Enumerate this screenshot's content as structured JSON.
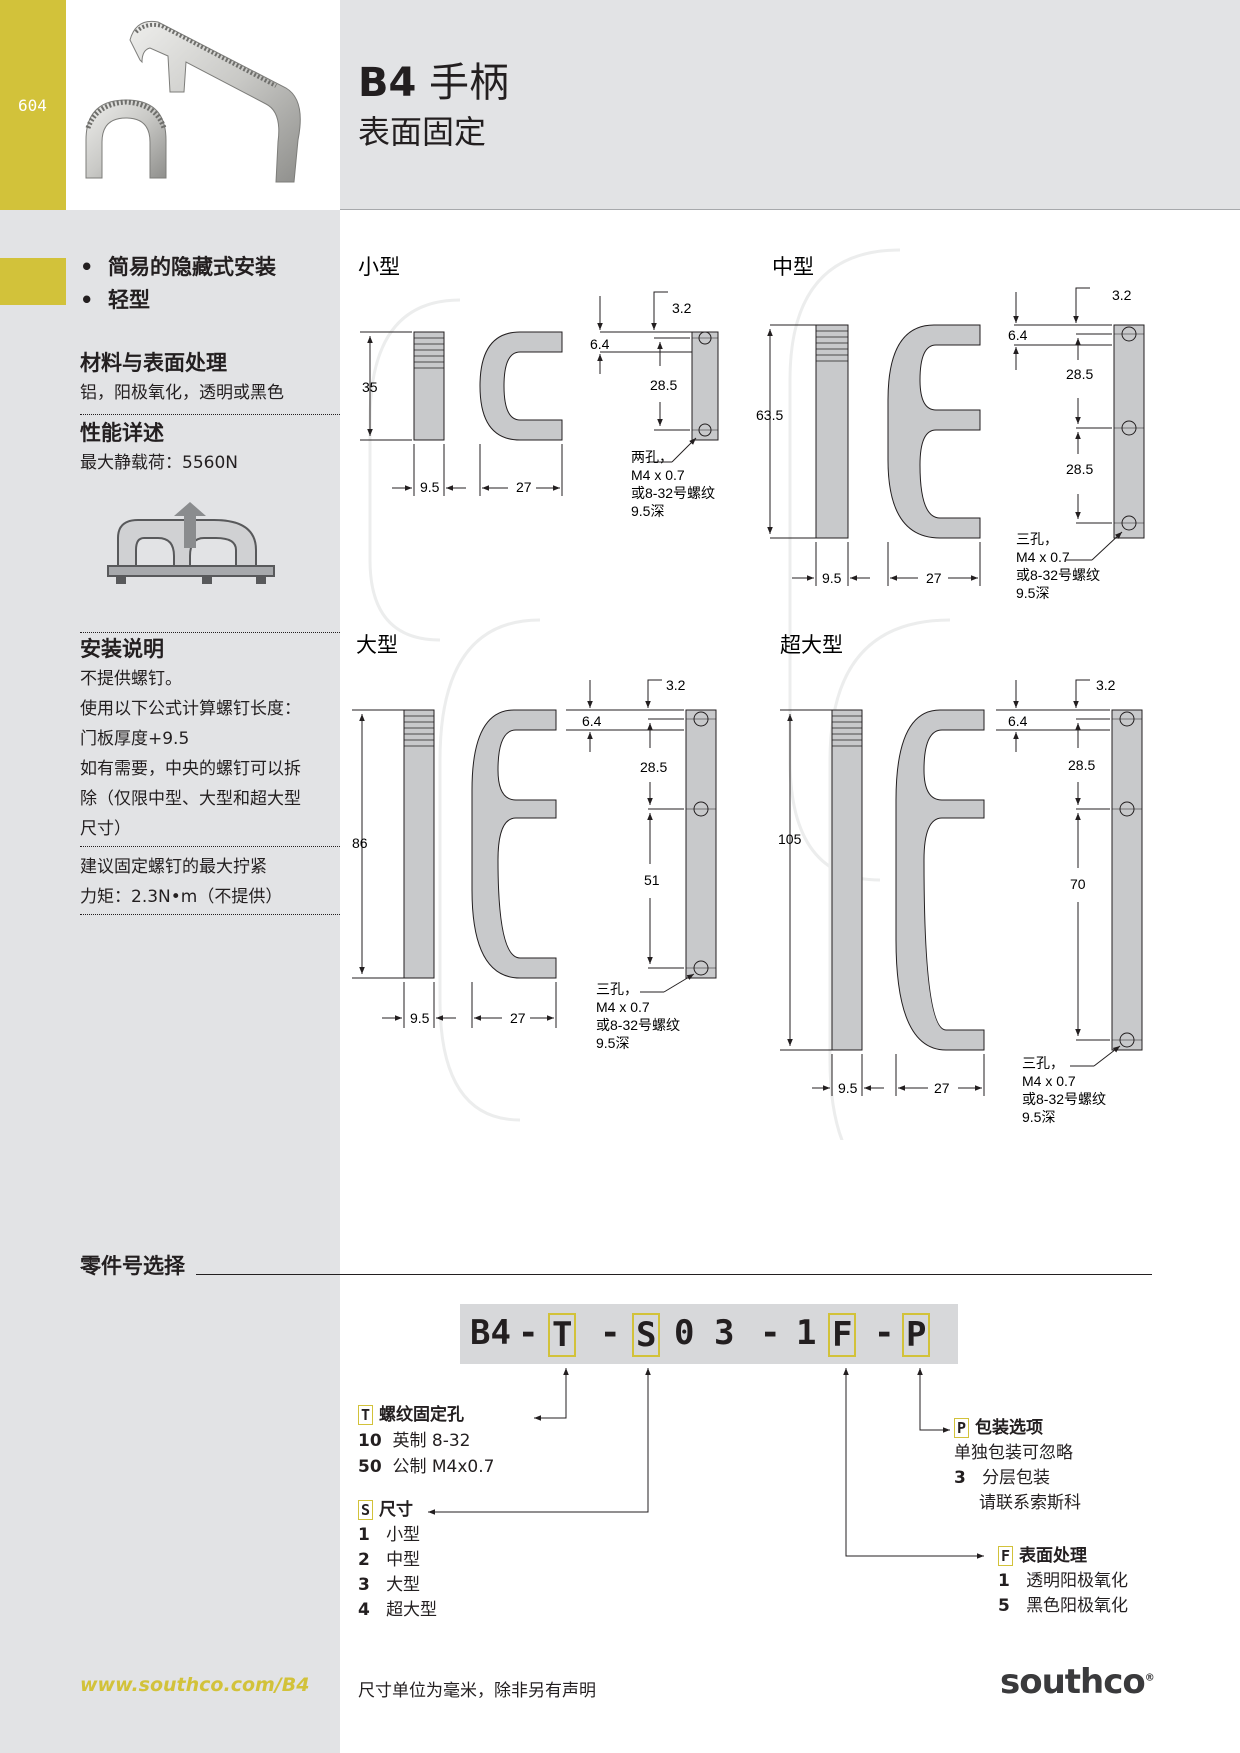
{
  "page": {
    "number": "604"
  },
  "header": {
    "title_bold": "B4",
    "title_rest": " 手柄",
    "subtitle": "表面固定"
  },
  "features": {
    "items": [
      "简易的隐藏式安装",
      "轻型"
    ]
  },
  "materials": {
    "heading": "材料与表面处理",
    "text": "铝，阳极氧化，透明或黑色"
  },
  "performance": {
    "heading": "性能详述",
    "text": "最大静载荷：5560N"
  },
  "install": {
    "heading": "安装说明",
    "lines": [
      "不提供螺钉。",
      "使用以下公式计算螺钉长度：",
      "门板厚度+9.5",
      "如有需要，中央的螺钉可以拆",
      "除（仅限中型、大型和超大型",
      "尺寸）"
    ],
    "torque_lines": [
      "建议固定螺钉的最大拧紧",
      "力矩：2.3N•m（不提供）"
    ]
  },
  "drawings": {
    "small": {
      "label": "小型",
      "height": "35",
      "dims": [
        "3.2",
        "6.4",
        "28.5",
        "9.5",
        "27"
      ],
      "note": [
        "两孔，",
        "M4 x 0.7",
        "或8-32号螺纹",
        "9.5深"
      ]
    },
    "medium": {
      "label": "中型",
      "height": "63.5",
      "dims": [
        "3.2",
        "6.4",
        "28.5",
        "28.5",
        "9.5",
        "27"
      ],
      "note": [
        "三孔，",
        "M4 x 0.7",
        "或8-32号螺纹",
        "9.5深"
      ]
    },
    "large": {
      "label": "大型",
      "height": "86",
      "dims": [
        "3.2",
        "6.4",
        "28.5",
        "51",
        "9.5",
        "27"
      ],
      "note": [
        "三孔，",
        "M4 x 0.7",
        "或8-32号螺纹",
        "9.5深"
      ]
    },
    "xlarge": {
      "label": "超大型",
      "height": "105",
      "dims": [
        "3.2",
        "6.4",
        "28.5",
        "70",
        "9.5",
        "27"
      ],
      "note": [
        "三孔，",
        "M4 x 0.7",
        "或8-32号螺纹",
        "9.5深"
      ]
    }
  },
  "part_number": {
    "heading": "零件号选择",
    "chars": [
      "B4",
      "-",
      "T",
      "-",
      "S",
      "0",
      "3",
      "-",
      "1",
      "F",
      "-",
      "P"
    ],
    "thread": {
      "tag": "T",
      "title": "螺纹固定孔",
      "options": [
        {
          "code": "10",
          "text": "英制 8-32"
        },
        {
          "code": "50",
          "text": "公制 M4x0.7"
        }
      ]
    },
    "size": {
      "tag": "S",
      "title": "尺寸",
      "options": [
        {
          "code": "1",
          "text": "小型"
        },
        {
          "code": "2",
          "text": "中型"
        },
        {
          "code": "3",
          "text": "大型"
        },
        {
          "code": "4",
          "text": "超大型"
        }
      ]
    },
    "packaging": {
      "tag": "P",
      "title": "包装选项",
      "note": "单独包装可忽略",
      "options": [
        {
          "code": "3",
          "text": "分层包装"
        }
      ],
      "contact": "请联系索斯科"
    },
    "finish": {
      "tag": "F",
      "title": "表面处理",
      "options": [
        {
          "code": "1",
          "text": "透明阳极氧化"
        },
        {
          "code": "5",
          "text": "黑色阳极氧化"
        }
      ]
    }
  },
  "footer": {
    "url": "www.southco.com/B4",
    "note": "尺寸单位为毫米，除非另有声明",
    "logo": "southco"
  },
  "colors": {
    "accent": "#d2c23a",
    "sidebar": "#e2e3e5",
    "part_gray": "#c8c9cb"
  }
}
